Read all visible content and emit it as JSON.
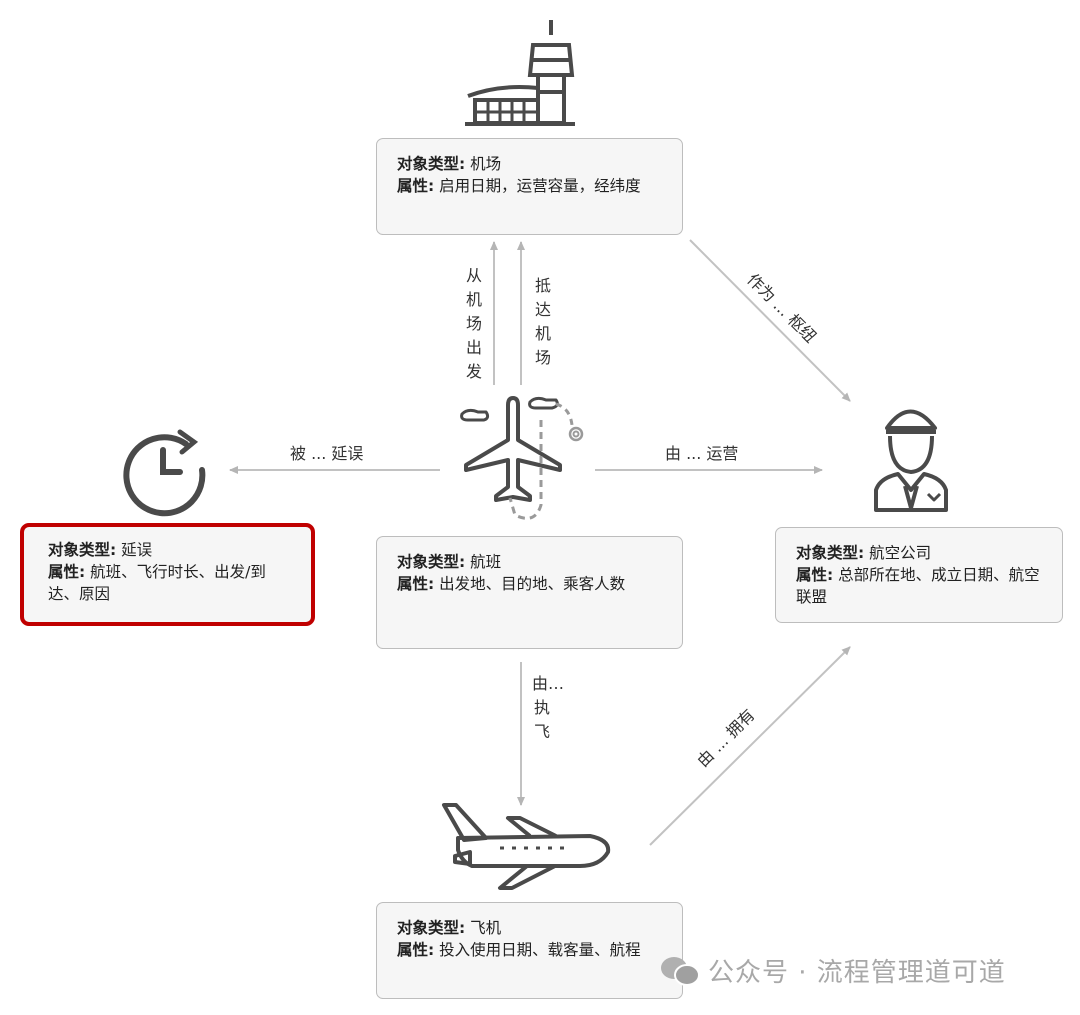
{
  "nodes": {
    "airport": {
      "type_label": "对象类型:",
      "type": "机场",
      "attr_label": "属性:",
      "attrs": "启用日期，运营容量，经纬度"
    },
    "delay": {
      "type_label": "对象类型:",
      "type": "延误",
      "attr_label": "属性:",
      "attrs": "航班、飞行时长、出发/到达、原因"
    },
    "flight": {
      "type_label": "对象类型:",
      "type": "航班",
      "attr_label": "属性:",
      "attrs": "出发地、目的地、乘客人数"
    },
    "airline": {
      "type_label": "对象类型:",
      "type": "航空公司",
      "attr_label": "属性:",
      "attrs": "总部所在地、成立日期、航空联盟"
    },
    "aircraft": {
      "type_label": "对象类型:",
      "type": "飞机",
      "attr_label": "属性:",
      "attrs": "投入使用日期、载客量、航程"
    }
  },
  "edges": {
    "depart": "从机场出发",
    "arrive": "抵达机场",
    "hub": "作为 ... 枢纽",
    "delayed": "被 ... 延误",
    "operated": "由 ... 运营",
    "flown": "由…执飞",
    "owned": "由 ... 拥有"
  },
  "watermark": "公众号 · 流程管理道可道",
  "colors": {
    "highlight": "#c00000",
    "arrow": "#bdbdbd",
    "icon": "#4a4a4a"
  }
}
